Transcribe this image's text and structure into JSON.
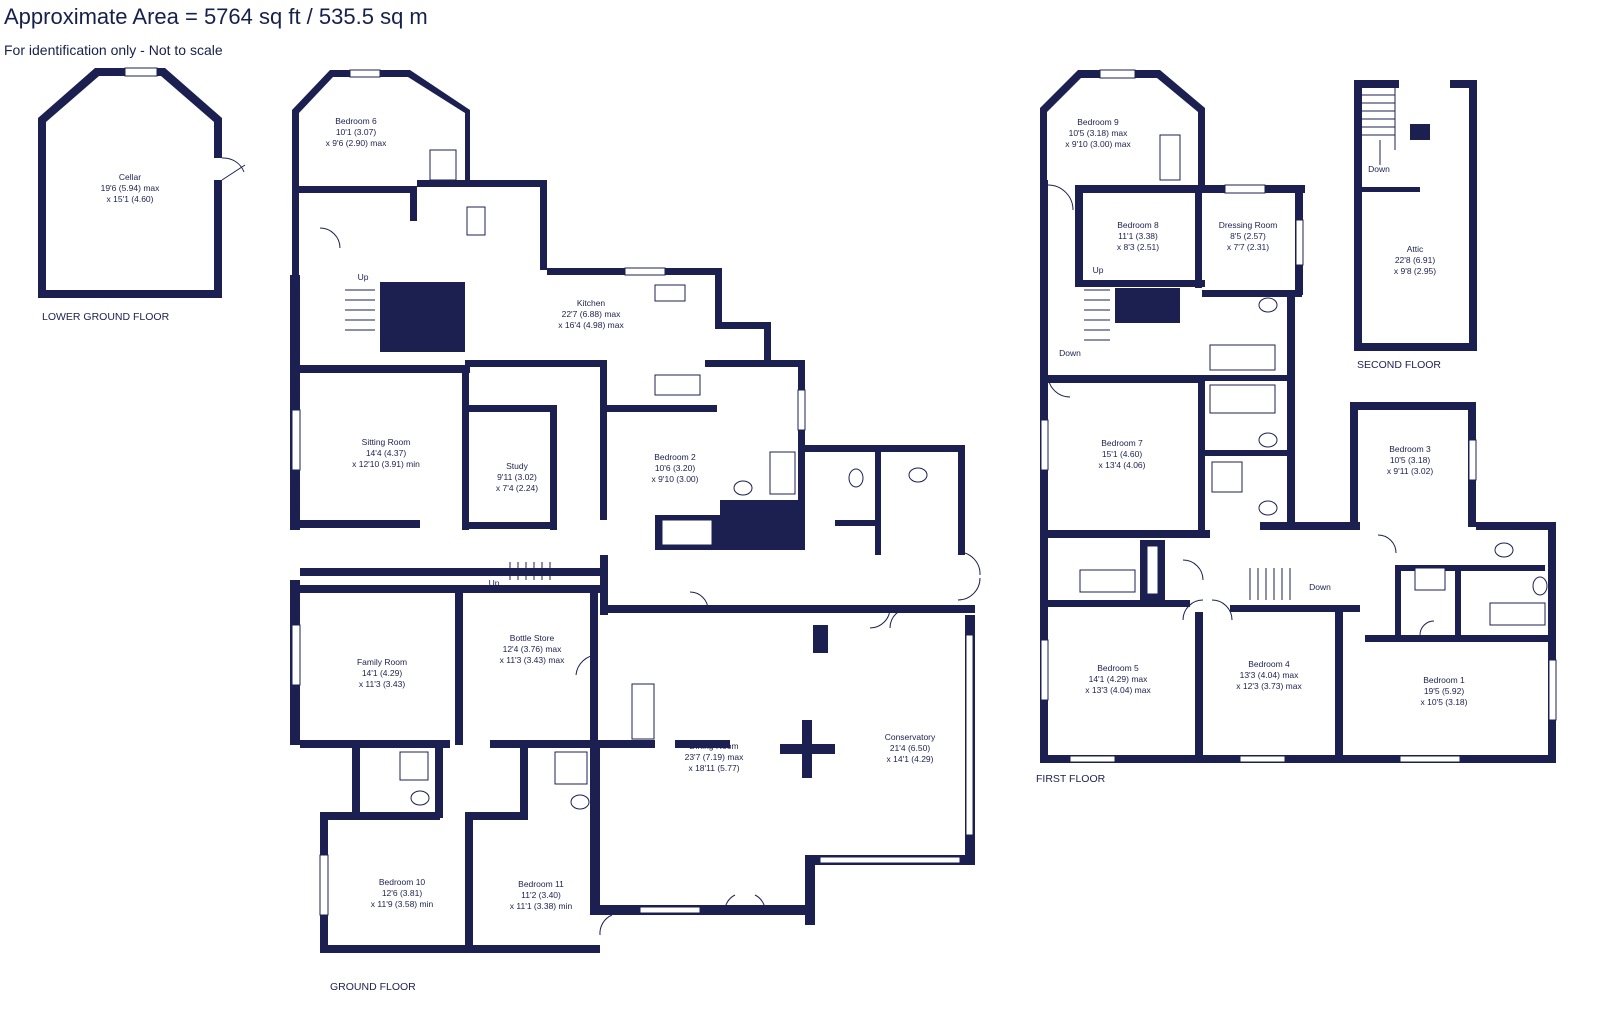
{
  "header": {
    "area": "Approximate Area = 5764 sq ft / 535.5 sq m",
    "note": "For identification only - Not to scale"
  },
  "floors": {
    "lower_ground": "LOWER GROUND FLOOR",
    "ground": "GROUND FLOOR",
    "first": "FIRST FLOOR",
    "second": "SECOND FLOOR"
  },
  "rooms": {
    "cellar": [
      "Cellar",
      "19'6 (5.94) max",
      "x 15'1 (4.60)"
    ],
    "bedroom6": [
      "Bedroom 6",
      "10'1 (3.07)",
      "x 9'6 (2.90) max"
    ],
    "kitchen": [
      "Kitchen",
      "22'7 (6.88) max",
      "x 16'4 (4.98) max"
    ],
    "sitting": [
      "Sitting Room",
      "14'4 (4.37)",
      "x 12'10 (3.91) min"
    ],
    "study": [
      "Study",
      "9'11 (3.02)",
      "x 7'4 (2.24)"
    ],
    "bedroom2": [
      "Bedroom 2",
      "10'6 (3.20)",
      "x 9'10 (3.00)"
    ],
    "family": [
      "Family Room",
      "14'1 (4.29)",
      "x 11'3 (3.43)"
    ],
    "bottle": [
      "Bottle Store",
      "12'4 (3.76) max",
      "x 11'3 (3.43) max"
    ],
    "dining": [
      "Dining Room",
      "23'7 (7.19) max",
      "x 18'11 (5.77)"
    ],
    "conservatory": [
      "Conservatory",
      "21'4 (6.50)",
      "x 14'1 (4.29)"
    ],
    "bedroom10": [
      "Bedroom 10",
      "12'6 (3.81)",
      "x 11'9 (3.58) min"
    ],
    "bedroom11": [
      "Bedroom 11",
      "11'2 (3.40)",
      "x 11'1 (3.38) min"
    ],
    "bedroom9": [
      "Bedroom 9",
      "10'5 (3.18) max",
      "x 9'10 (3.00) max"
    ],
    "bedroom8": [
      "Bedroom 8",
      "11'1 (3.38)",
      "x 8'3 (2.51)"
    ],
    "dressing": [
      "Dressing Room",
      "8'5 (2.57)",
      "x 7'7 (2.31)"
    ],
    "bedroom7": [
      "Bedroom 7",
      "15'1 (4.60)",
      "x 13'4 (4.06)"
    ],
    "bedroom3": [
      "Bedroom 3",
      "10'5 (3.18)",
      "x 9'11 (3.02)"
    ],
    "bedroom5": [
      "Bedroom 5",
      "14'1 (4.29) max",
      "x 13'3 (4.04) max"
    ],
    "bedroom4": [
      "Bedroom 4",
      "13'3 (4.04) max",
      "x 12'3 (3.73) max"
    ],
    "bedroom1": [
      "Bedroom 1",
      "19'5 (5.92)",
      "x 10'5 (3.18)"
    ],
    "attic": [
      "Attic",
      "22'8 (6.91)",
      "x 9'8 (2.95)"
    ]
  },
  "stairs": {
    "up": "Up",
    "down": "Down"
  },
  "colors": {
    "wall": "#1b2050",
    "text": "#16204a",
    "background": "#ffffff"
  }
}
